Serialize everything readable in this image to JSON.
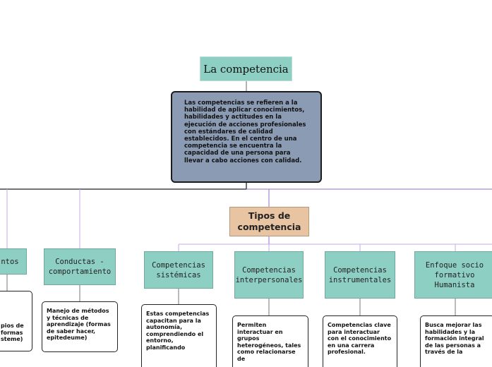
{
  "root": {
    "title": "La competencia"
  },
  "description": "Las competencias se refieren a la habilidad de aplicar conocimientos, habilidades y actitudes en la ejecución de acciones profesionales con estándares de calidad establecidos. En el centro de una competencia se encuentra la capacidad de una persona para llevar a cabo acciones con calidad.",
  "tipos": {
    "label": "Tipos de competencia"
  },
  "categories": [
    {
      "label": "ntos",
      "text": "pios de formas steme)"
    },
    {
      "label": "Conductas - comportamiento",
      "text": "Manejo de métodos y técnicas de aprendizaje (formas de saber hacer, epitedeume)"
    },
    {
      "label": "Competencias sistémicas",
      "text": "Estas competencias capacitan para la autonomía, comprendiendo el entorno, planificando"
    },
    {
      "label": "Competencias interpersonales",
      "text": "Permiten interactuar en grupos heterogéneos, tales como relacionarse de"
    },
    {
      "label": "Competencias instrumentales",
      "text": "Competencias clave para interactuar con el conocimiento en una carrera profesional."
    },
    {
      "label": "Enfoque socio formativo Humanista",
      "text": "Busca mejorar las habilidades y la formación integral de las personas a través de la"
    }
  ],
  "colors": {
    "root_fill": "#8ecfc4",
    "description_fill": "#8a9bb3",
    "tipos_fill": "#e8c4a2",
    "category_fill": "#8ecfc4",
    "connector_purple": "#9b6bc7"
  }
}
